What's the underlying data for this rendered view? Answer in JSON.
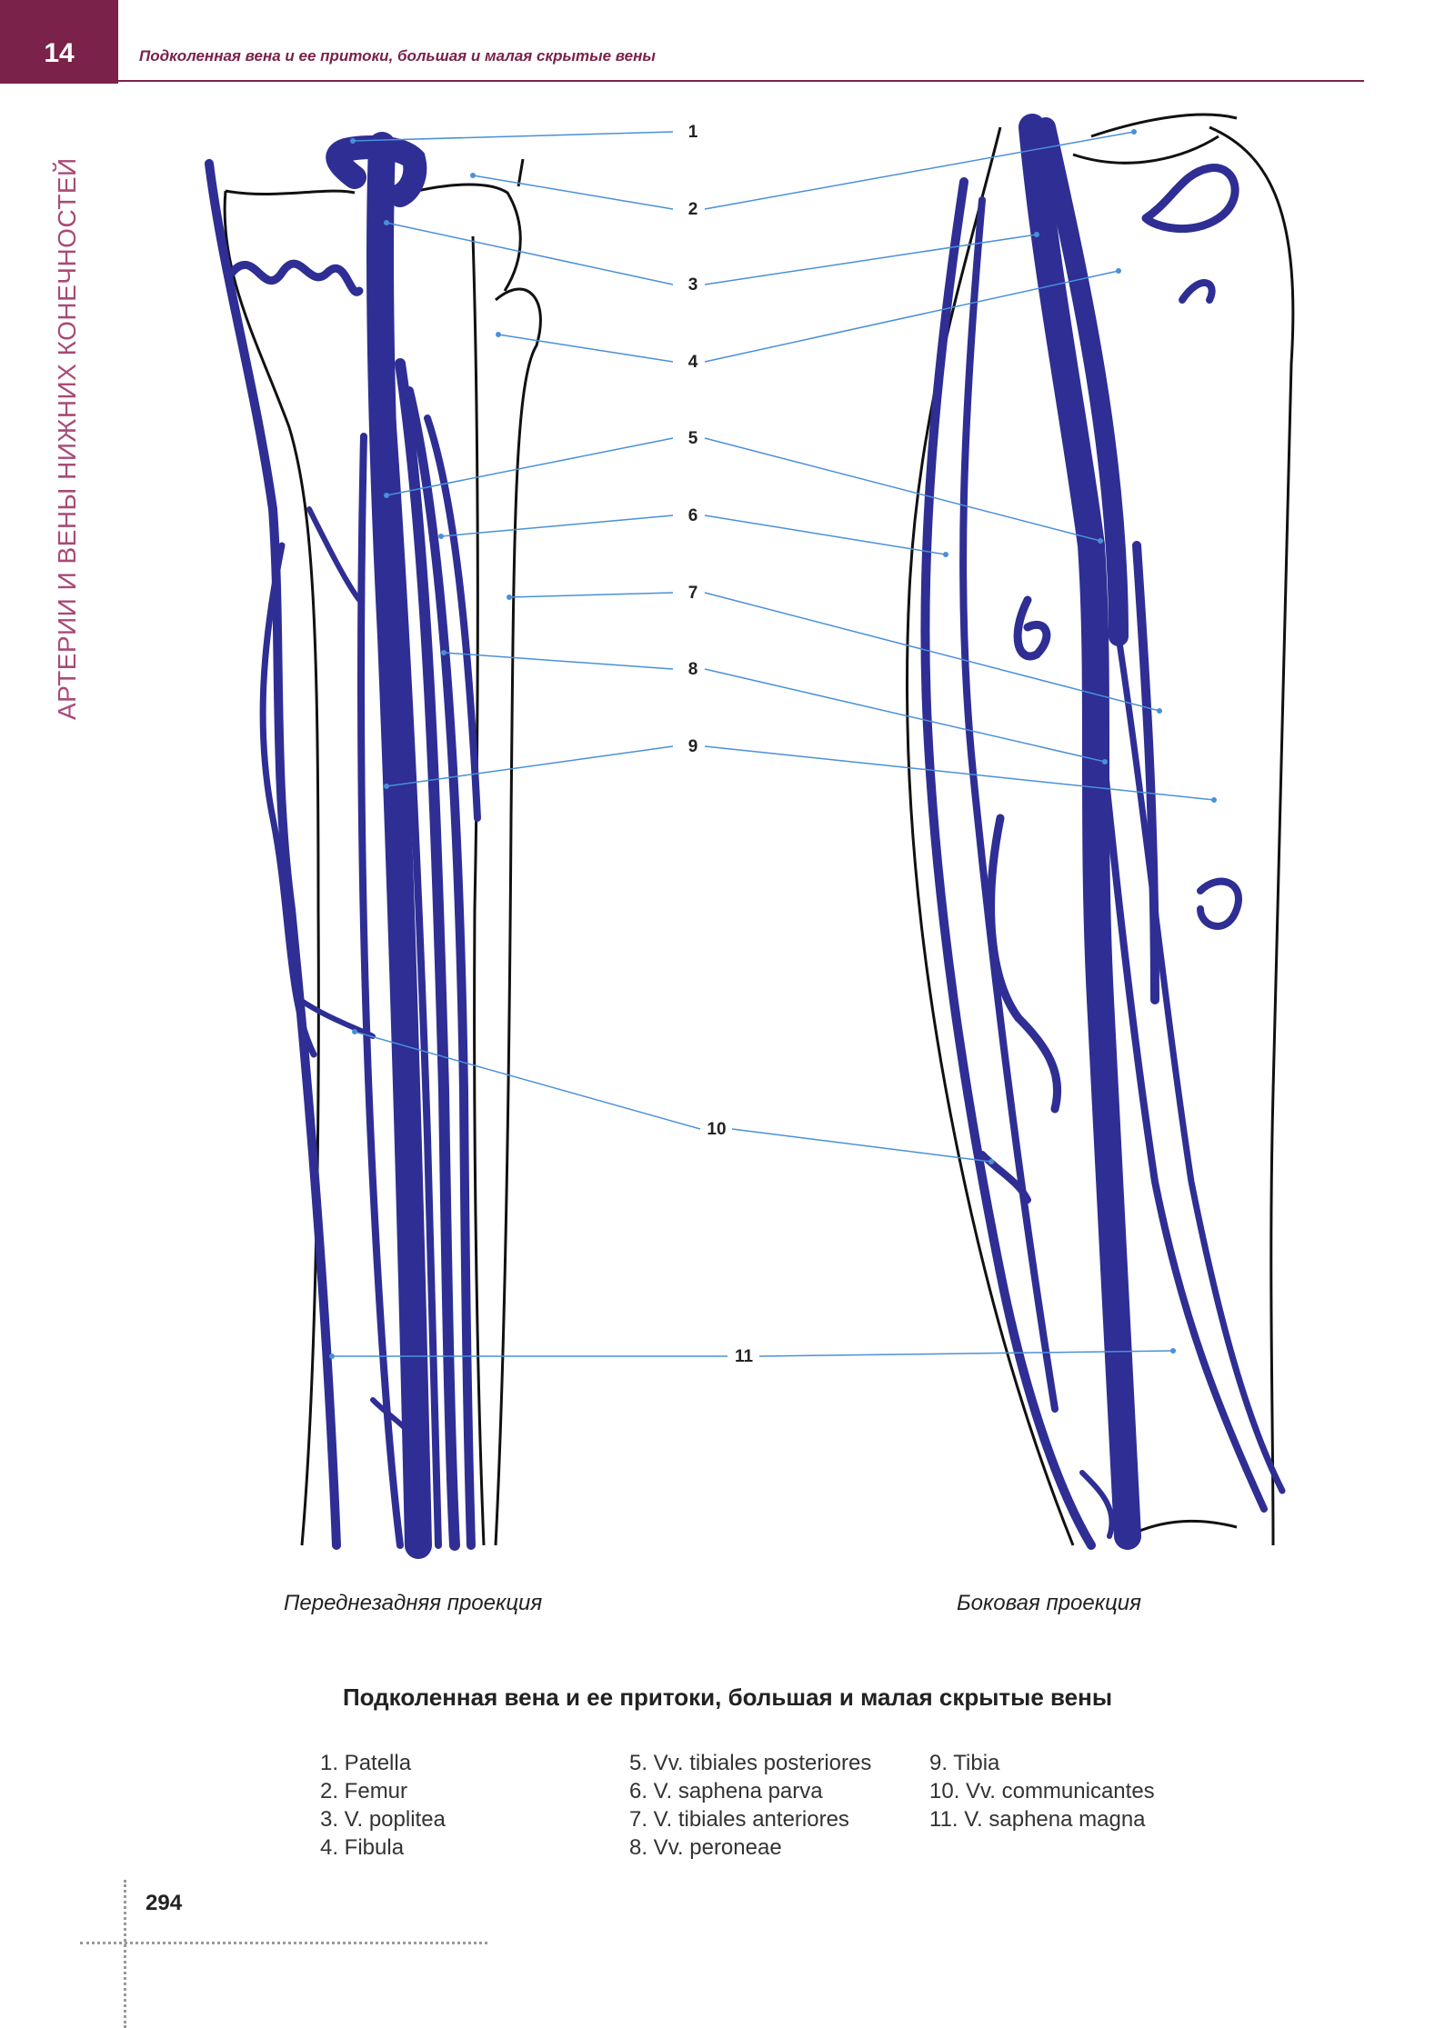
{
  "header": {
    "chapter_number": "14",
    "running_title": "Подколенная вена и ее притоки, большая и малая скрытые вены",
    "side_title": "АРТЕРИИ И ВЕНЫ НИЖНИХ КОНЕЧНОСТЕЙ"
  },
  "figure": {
    "callouts": [
      "1",
      "2",
      "3",
      "4",
      "5",
      "6",
      "7",
      "8",
      "9",
      "10",
      "11"
    ],
    "left_caption": "Переднезадняя проекция",
    "right_caption": "Боковая проекция",
    "vein_color": "#2e2e94",
    "leader_color": "#4a90d9"
  },
  "caption": "Подколенная вена и ее притоки, большая и малая скрытые вены",
  "legend": {
    "col1": [
      "1. Patella",
      "2. Femur",
      "3. V. poplitea",
      "4. Fibula"
    ],
    "col2": [
      "5. Vv. tibiales posteriores",
      "6. V. saphena parva",
      "7. V. tibiales anteriores",
      "8. Vv. peroneae"
    ],
    "col3": [
      "9. Tibia",
      "10. Vv. communicantes",
      "11. V. saphena magna"
    ]
  },
  "footer": {
    "page_number": "294"
  }
}
